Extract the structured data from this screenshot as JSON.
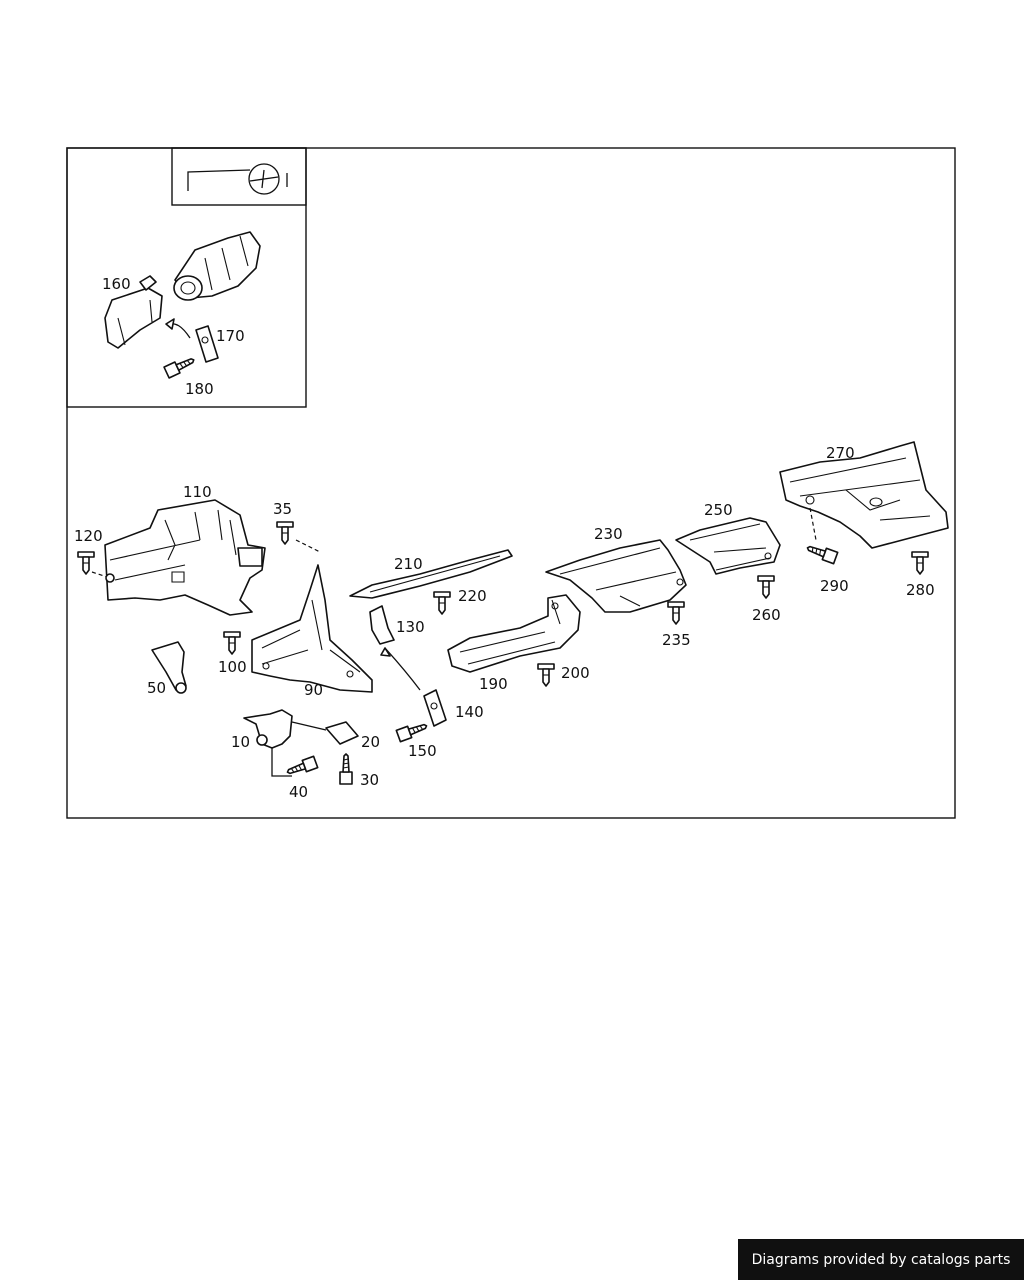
{
  "diagram": {
    "callouts": {
      "c10": "10",
      "c20": "20",
      "c30": "30",
      "c35": "35",
      "c40": "40",
      "c50": "50",
      "c90": "90",
      "c100": "100",
      "c110": "110",
      "c120": "120",
      "c130": "130",
      "c140": "140",
      "c150": "150",
      "c160": "160",
      "c170": "170",
      "c180": "180",
      "c190": "190",
      "c200": "200",
      "c210": "210",
      "c220": "220",
      "c230": "230",
      "c235": "235",
      "c250": "250",
      "c260": "260",
      "c270": "270",
      "c280": "280",
      "c290": "290"
    },
    "inset_icon": "steering-column-lock-icon"
  },
  "footer": {
    "credit": "Diagrams provided by catalogs parts"
  },
  "colors": {
    "line": "#111111",
    "background": "#ffffff",
    "credit_bg": "#101010",
    "credit_text": "#ffffff"
  }
}
